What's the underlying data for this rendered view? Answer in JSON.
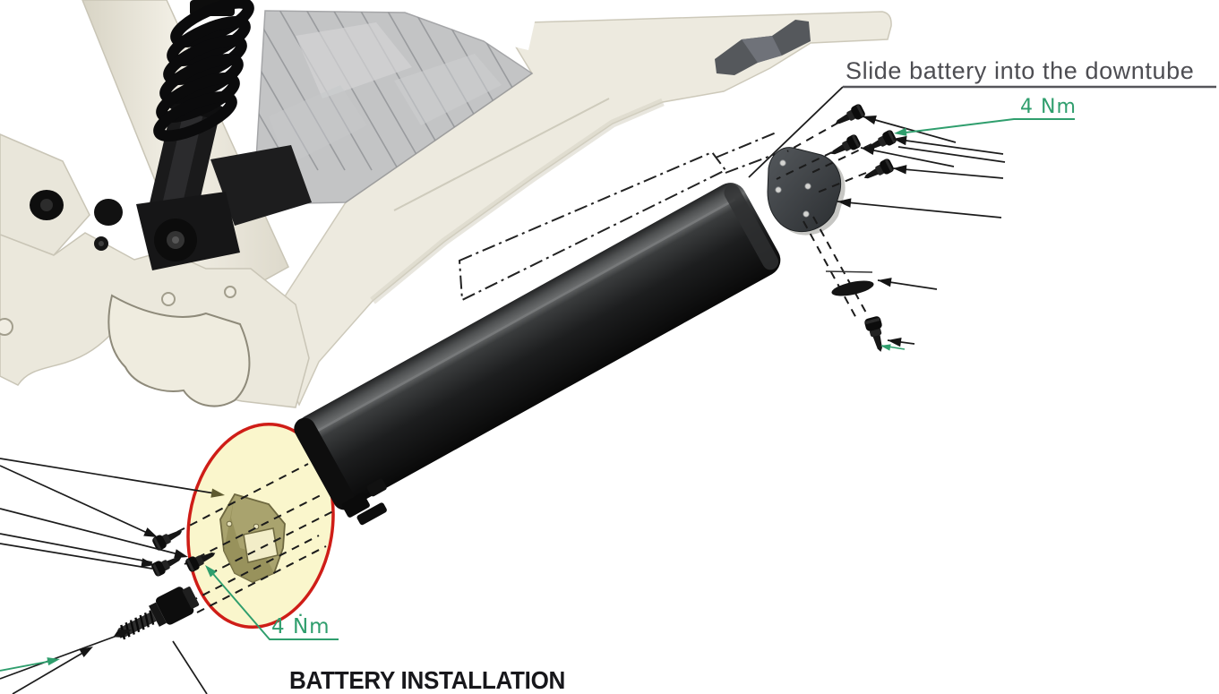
{
  "figure": {
    "title": "BATTERY INSTALLATION",
    "instruction": "Slide battery into the downtube",
    "torque_top": "4 Nm",
    "torque_bottom": "4 Ṅm",
    "colors": {
      "torque_green": "#2f9e6d",
      "highlight_red": "#cf1d17",
      "highlight_yellow": "#faf5c9",
      "instruction_gray": "#4d4d52",
      "title_color": "#17171b",
      "frame_cream": "#edeadf",
      "battery_black": "#141415",
      "bracket_olive": "#a9a36e"
    },
    "parts": [
      "bike-frame",
      "rear-shock",
      "battery",
      "battery-endcap-plate",
      "mount-bracket",
      "screws",
      "washer",
      "bolt"
    ]
  }
}
